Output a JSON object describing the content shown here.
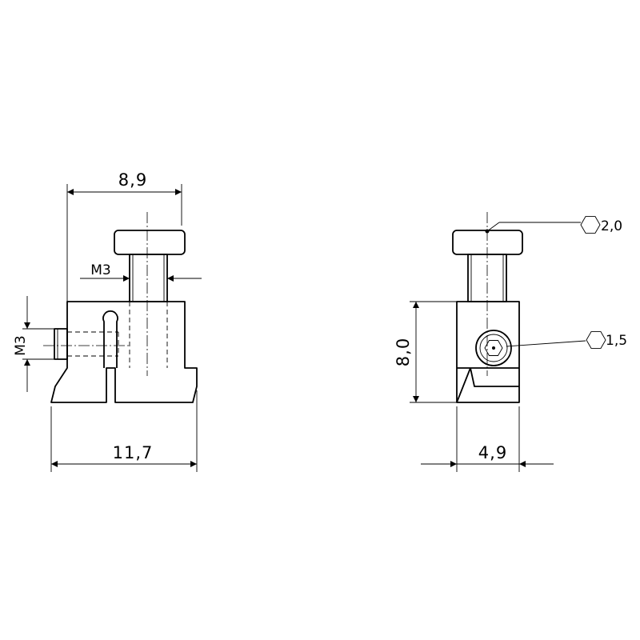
{
  "front_view": {
    "width_top": "8,9",
    "width_bottom": "11,7",
    "thread_vertical": "M3",
    "thread_side": "M3"
  },
  "side_view": {
    "height": "8,0",
    "depth": "4,9",
    "hex_key_top": "2,0",
    "hex_key_side": "1,5"
  }
}
